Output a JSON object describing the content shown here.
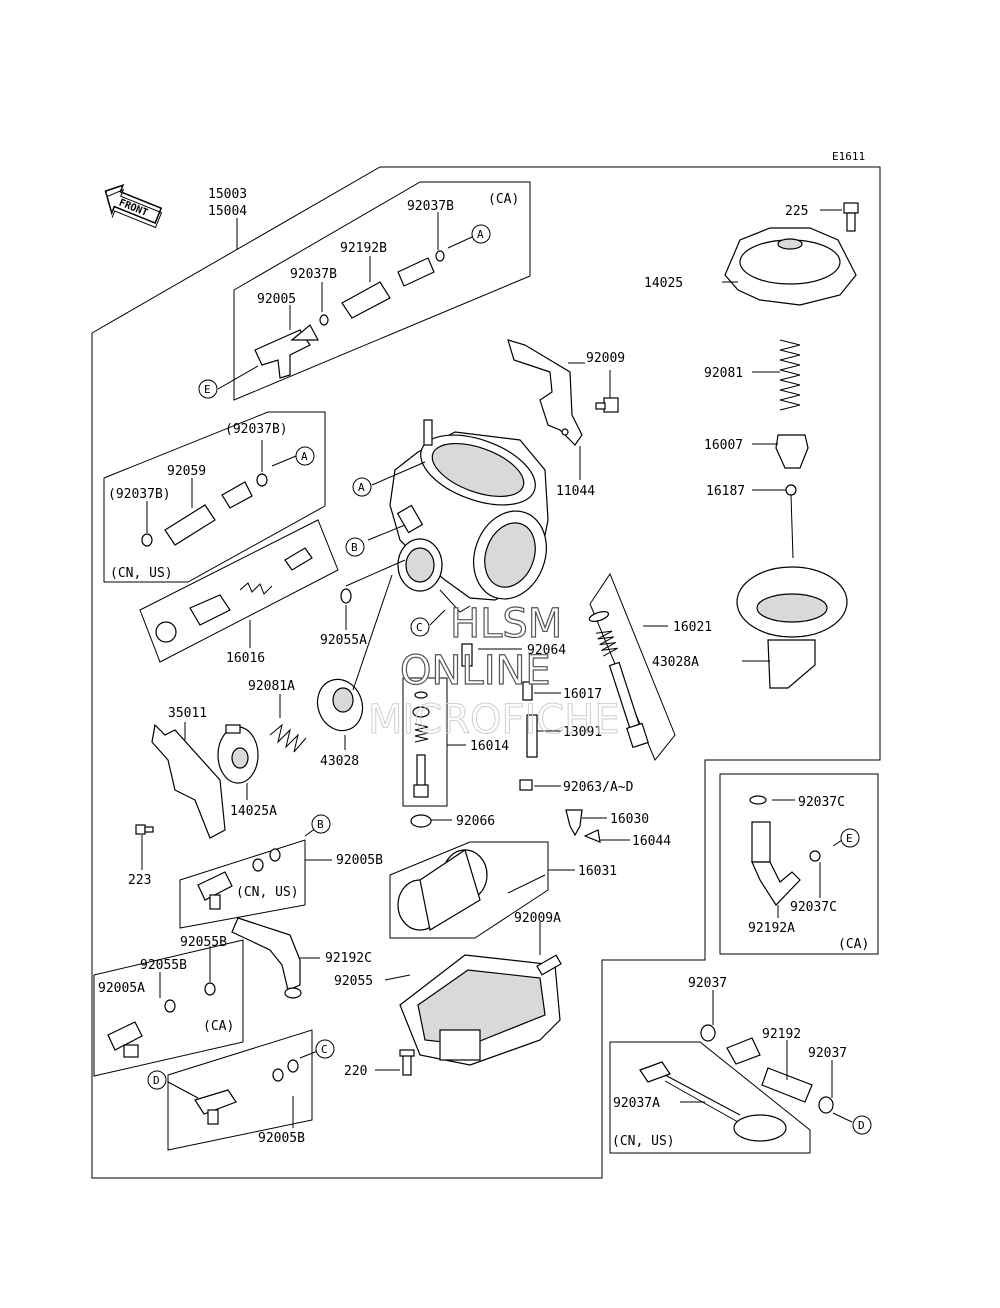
{
  "diagram_code": "E1611",
  "front_label": "FRONT",
  "watermark": {
    "line1": "HLSM",
    "line2": "ONLINE",
    "line3": "MICROFICHE"
  },
  "circle_letters": {
    "a": "A",
    "b": "B",
    "c": "C",
    "d": "D",
    "e": "E"
  },
  "groups": {
    "ca": "(CA)",
    "cn_us": "(CN, US)",
    "paren_92037b": "(92037B)"
  },
  "parts": {
    "p15003": "15003",
    "p15004": "15004",
    "p92037b": "92037B",
    "p92192b": "92192B",
    "p92005": "92005",
    "p92059": "92059",
    "p16016": "16016",
    "p92055a": "92055A",
    "p92081a": "92081A",
    "p35011": "35011",
    "p43028": "43028",
    "p14025a": "14025A",
    "p223": "223",
    "p92005b": "92005B",
    "p92192c": "92192C",
    "p92055b": "92055B",
    "p92005a": "92005A",
    "p92009": "92009",
    "p11044": "11044",
    "p225": "225",
    "p14025": "14025",
    "p92081": "92081",
    "p16007": "16007",
    "p16187": "16187",
    "p16021": "16021",
    "p43028a": "43028A",
    "p92064": "92064",
    "p16017": "16017",
    "p16014": "16014",
    "p13091": "13091",
    "p92063": "92063/A~D",
    "p92066": "92066",
    "p16030": "16030",
    "p16044": "16044",
    "p16031": "16031",
    "p92009a": "92009A",
    "p92055": "92055",
    "p220": "220",
    "p92037c": "92037C",
    "p92192a": "92192A",
    "p92037": "92037",
    "p92192": "92192",
    "p92037a": "92037A"
  }
}
